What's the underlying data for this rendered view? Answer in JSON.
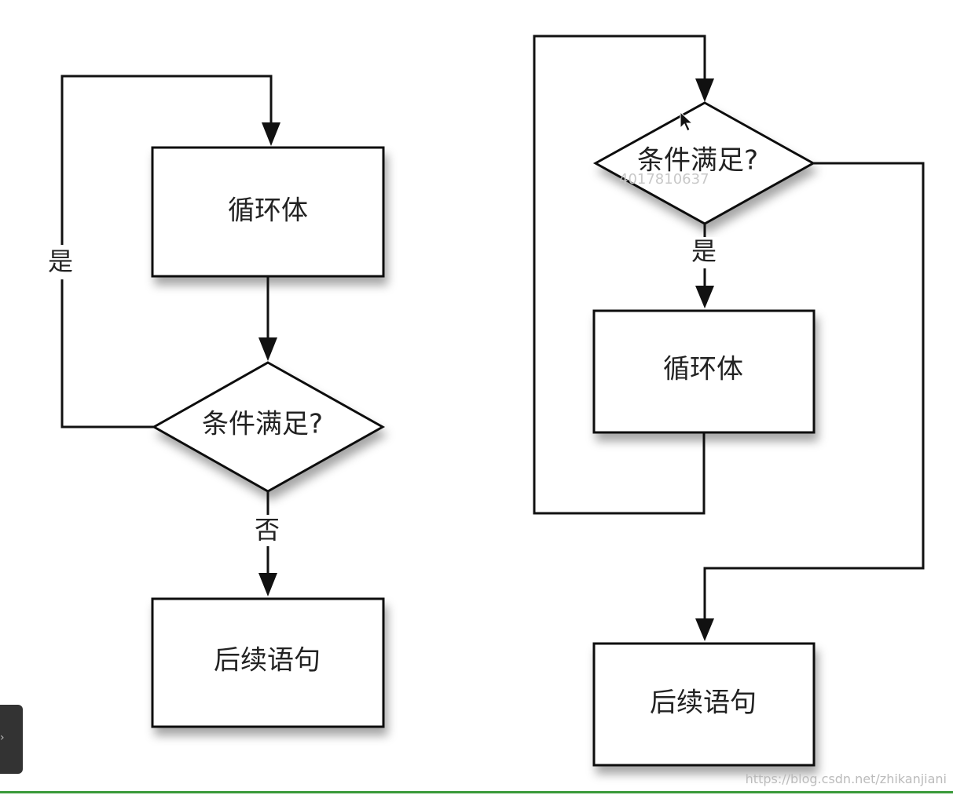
{
  "left_diagram": {
    "loop_body": "循环体",
    "condition": "条件满足?",
    "yes_label": "是",
    "no_label": "否",
    "next_statement": "后续语句"
  },
  "right_diagram": {
    "condition": "条件满足?",
    "yes_label": "是",
    "loop_body": "循环体",
    "next_statement": "后续语句"
  },
  "watermarks": {
    "center": "4017810637",
    "url": "https://blog.csdn.net/zhikanjiani"
  }
}
